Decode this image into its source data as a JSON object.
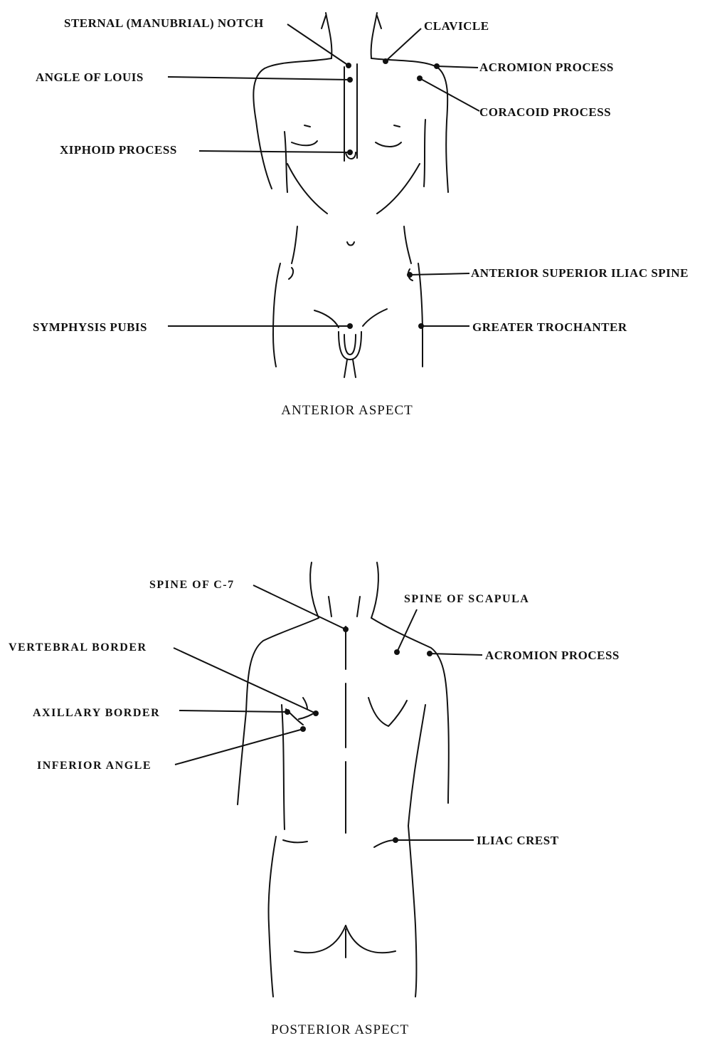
{
  "anterior": {
    "caption": "ANTERIOR ASPECT",
    "labels": {
      "sternal_notch": "STERNAL (MANUBRIAL) NOTCH",
      "clavicle": "CLAVICLE",
      "angle_of_louis": "ANGLE OF LOUIS",
      "acromion_process": "ACROMION PROCESS",
      "coracoid_process": "CORACOID PROCESS",
      "xiphoid_process": "XIPHOID PROCESS",
      "anterior_superior_iliac_spine": "ANTERIOR SUPERIOR ILIAC SPINE",
      "symphysis_pubis": "SYMPHYSIS PUBIS",
      "greater_trochanter": "GREATER TROCHANTER"
    }
  },
  "posterior": {
    "caption": "POSTERIOR ASPECT",
    "labels": {
      "spine_of_c7": "SPINE OF C-7",
      "spine_of_scapula": "SPINE OF SCAPULA",
      "vertebral_border": "VERTEBRAL BORDER",
      "acromion_process": "ACROMION PROCESS",
      "axillary_border": "AXILLARY BORDER",
      "inferior_angle": "INFERIOR ANGLE",
      "iliac_crest": "ILIAC CREST"
    }
  }
}
